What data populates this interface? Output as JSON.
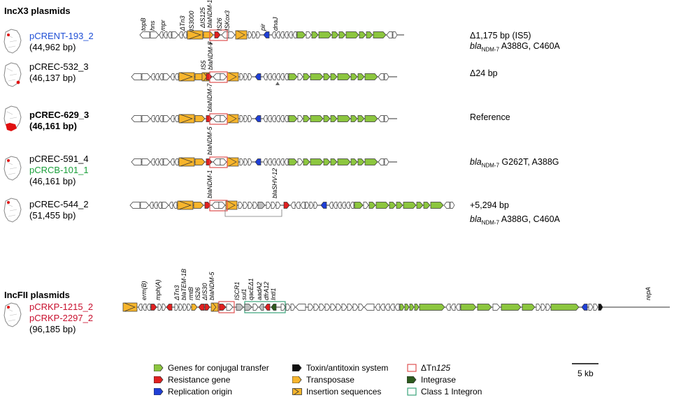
{
  "sections": {
    "incx3": "IncX3 plasmids",
    "incfii": "IncFII plasmids"
  },
  "plasmids": [
    {
      "names": [
        "pCRENT-193_2"
      ],
      "colors": [
        "#1f4fd6"
      ],
      "size": "(44,962 bp)",
      "bold": false,
      "note1": "Δ1,175 bp (IS5)",
      "note2": "bla",
      "note2sub": "NDM-7",
      "note2rest": " A388G, C460A"
    },
    {
      "names": [
        "pCREC-532_3"
      ],
      "colors": [
        "#000000"
      ],
      "size": "(46,137 bp)",
      "bold": false,
      "note1": "Δ24 bp"
    },
    {
      "names": [
        "pCREC-629_3"
      ],
      "colors": [
        "#000000"
      ],
      "size": "(46,161 bp)",
      "bold": true,
      "note1": "Reference"
    },
    {
      "names": [
        "pCREC-591_4",
        "pCRCB-101_1"
      ],
      "colors": [
        "#000000",
        "#1a9f3a"
      ],
      "size": "(46,161 bp)",
      "bold": false,
      "note1": "bla",
      "note1sub": "NDM-7",
      "note1rest": " G262T, A388G"
    },
    {
      "names": [
        "pCREC-544_2"
      ],
      "colors": [
        "#000000"
      ],
      "size": "(51,455 bp)",
      "bold": false,
      "note1": "+5,294 bp",
      "note2": "bla",
      "note2sub": "NDM-7",
      "note2rest": " A388G, C460A"
    },
    {
      "names": [
        "pCRKP-1215_2",
        "pCRKP-2297_2"
      ],
      "colors": [
        "#c8102e",
        "#c8102e"
      ],
      "size": "(96,185 bp)",
      "bold": false
    }
  ],
  "gene_labels_top": [
    "topB",
    "hns",
    "mpr",
    "ΔTn3",
    "IS3000",
    "ΔIS125",
    "blaNDM-1",
    "IS26",
    "ISKox3",
    "pir",
    "dnaJ"
  ],
  "gene_labels_mid": {
    "row2": [
      "IS5",
      "blaNDM-7"
    ],
    "row3": [
      "blaNDM-7"
    ],
    "row4": [
      "blaNDM-5"
    ],
    "row5": [
      "blaNDM-1",
      "blaSHV-12"
    ]
  },
  "gene_labels_incfii": [
    "erm(B)",
    "mph(A)",
    "ΔTn3",
    "blaTEM-1B",
    "rmtB",
    "IS26",
    "ΔIS30",
    "blaNDM-5",
    "ISCR1",
    "sul1",
    "qacEΔ1",
    "aadA2",
    "dfrA12",
    "IntI1",
    "repA"
  ],
  "legend": {
    "items": [
      {
        "label": "Genes for conjugal transfer",
        "color": "#8cc63f"
      },
      {
        "label": "Resistance gene",
        "color": "#e02020"
      },
      {
        "label": "Replication origin",
        "color": "#1f3fd6"
      },
      {
        "label": "Toxin/antitoxin system",
        "color": "#111111"
      },
      {
        "label": "Transposase",
        "color": "#f7b52c"
      },
      {
        "label": "Insertion sequences",
        "color": "#f7b52c"
      },
      {
        "label": "ΔTn125",
        "color": "#e05050"
      },
      {
        "label": "Integrase",
        "color": "#2d5a1e"
      },
      {
        "label": "Class 1 Integron",
        "color": "#3aa37a"
      }
    ],
    "tn_label_main": "ΔTn",
    "tn_label_num": "125"
  },
  "scale_bar": "5 kb"
}
